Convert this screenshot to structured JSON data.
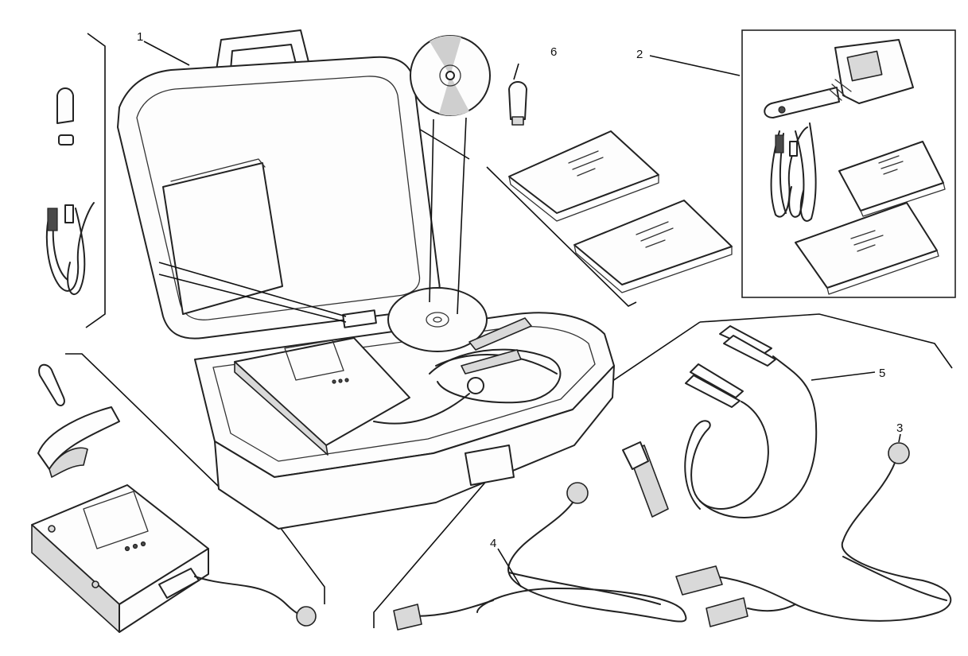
{
  "callouts": [
    "1",
    "2",
    "3",
    "4",
    "5",
    "6"
  ],
  "colors": {
    "line": "#222222",
    "background": "#ffffff",
    "shade": "#d9d9d9"
  },
  "items": [
    {
      "name": "carrying-case",
      "icon": "case-icon"
    },
    {
      "name": "bluetooth-handheld-tester",
      "icon": "handheld-device-icon"
    },
    {
      "name": "diagnosis-cable",
      "icon": "cable-icon"
    },
    {
      "name": "connection-cable",
      "icon": "cable-icon"
    },
    {
      "name": "battery-clamp-cable",
      "icon": "clamp-cable-icon"
    },
    {
      "name": "usb-key",
      "icon": "usb-stick-icon"
    }
  ]
}
